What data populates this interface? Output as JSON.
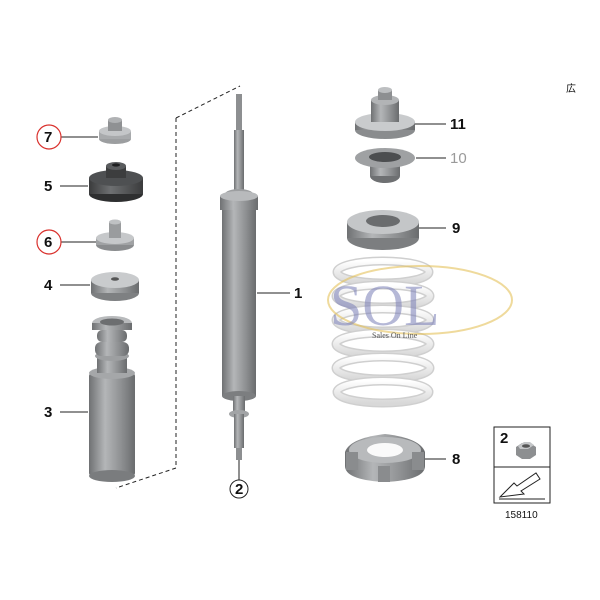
{
  "corner_mark": "広",
  "part_labels": {
    "p1": "1",
    "p2_circle": "2",
    "p3": "3",
    "p4": "4",
    "p5": "5",
    "p6": "6",
    "p7": "7",
    "p8": "8",
    "p9": "9",
    "p10": "10",
    "p11": "11"
  },
  "inset": {
    "part_label": "2",
    "reference_number": "158110"
  },
  "watermark": {
    "logo_text": "SOL",
    "tagline": "Sales On Line"
  },
  "colors": {
    "highlight_circle": "#d9302c",
    "part_grey": "#8d8f91",
    "spring_white": "#f4f4f4"
  }
}
